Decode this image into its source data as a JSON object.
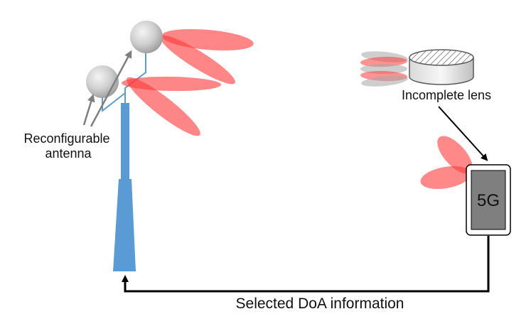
{
  "labels": {
    "antenna_line1": "Reconfigurable",
    "antenna_line2": "antenna",
    "lens": "Incomplete lens",
    "device": "5G",
    "feedback": "Selected DoA information"
  },
  "colors": {
    "tower": "#5b9bd5",
    "beam": "#ff3b3b",
    "lens_beam_grey": "#a6a6a6",
    "screen": "#7f7f7f",
    "arrow": "#000000",
    "pointer_arrow": "#7f7f7f"
  },
  "icons": [
    "antenna-sphere-icon",
    "lens-icon",
    "phone-icon"
  ]
}
